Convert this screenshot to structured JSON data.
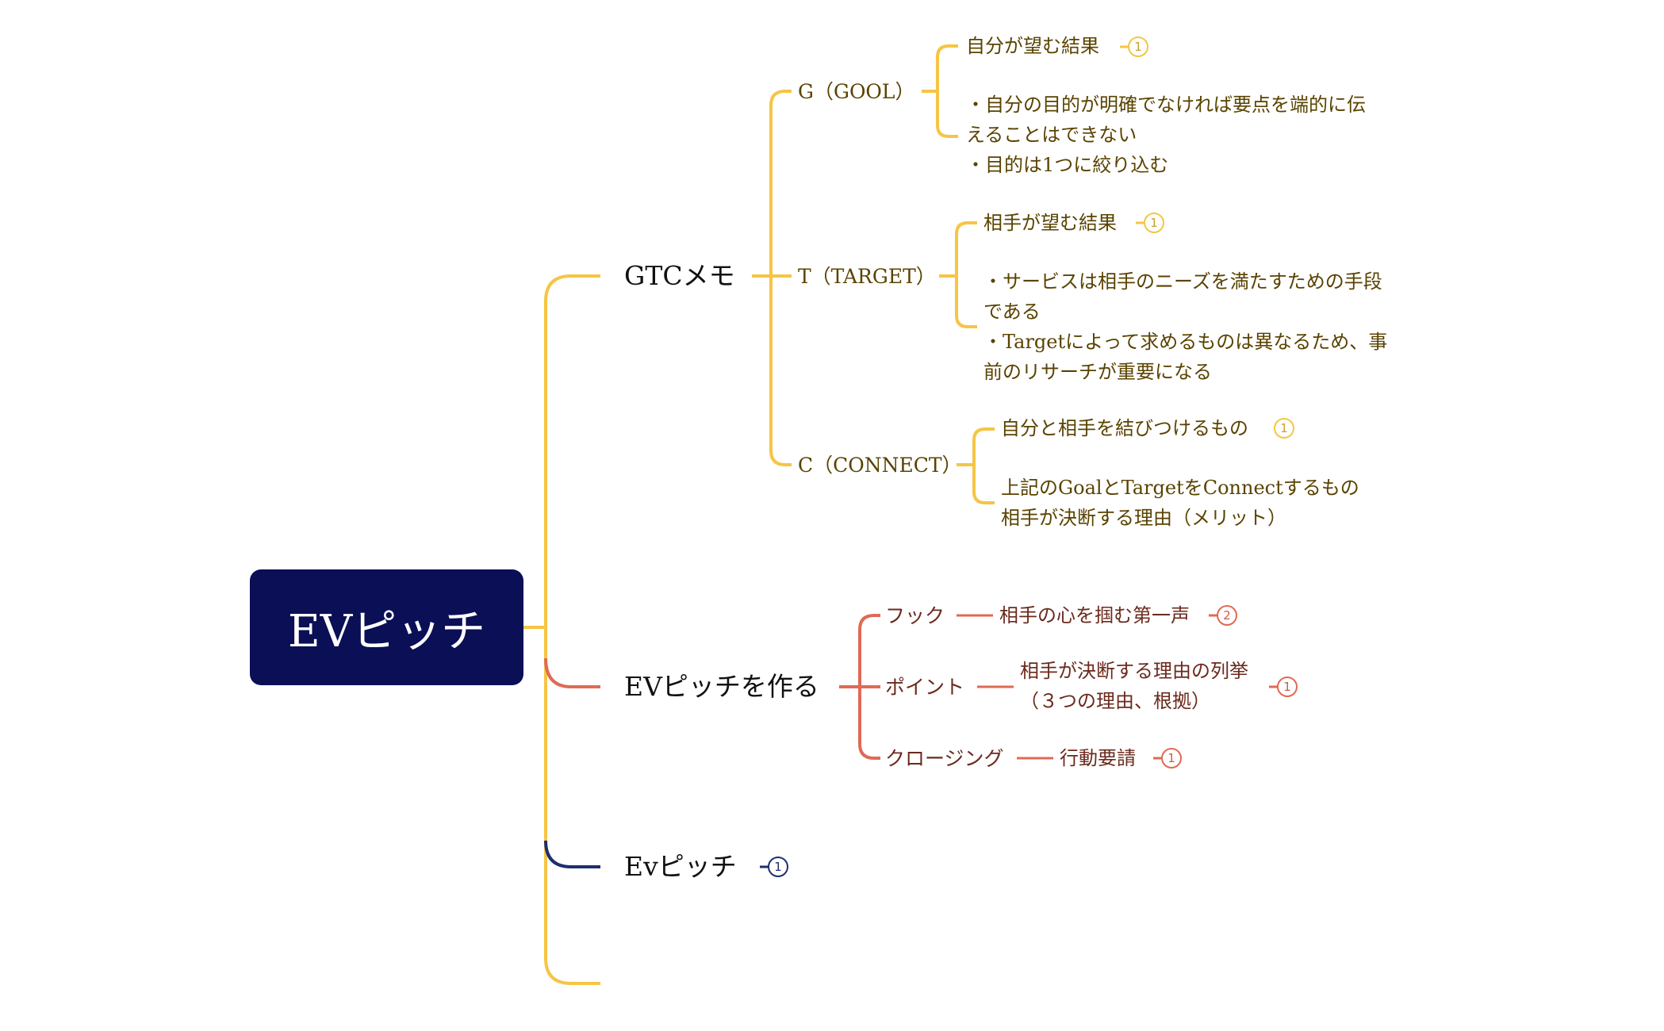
{
  "colors": {
    "root_bg": "#0a0f56",
    "branch_gold": "#f6c544",
    "branch_red": "#e06a55",
    "branch_navy": "#1e2f70"
  },
  "root": {
    "label": "EVピッチ"
  },
  "branches": {
    "gtc": {
      "label": "GTCメモ",
      "g": {
        "label": "G（GOOL）",
        "note_title": "自分が望む結果",
        "badge": "1",
        "note_lines": [
          "・自分の目的が明確でなければ要点を端的に伝",
          "えることはできない",
          "・目的は1つに絞り込む"
        ]
      },
      "t": {
        "label": "T（TARGET）",
        "note_title": "相手が望む結果",
        "badge": "1",
        "note_lines": [
          "・サービスは相手のニーズを満たすための手段",
          "である",
          "・Targetによって求めるものは異なるため、事",
          "前のリサーチが重要になる"
        ]
      },
      "c": {
        "label": "C（CONNECT）",
        "note_title": "自分と相手を結びつけるもの",
        "badge": "1",
        "note_lines": [
          "上記のGoalとTargetをConnectするもの",
          "相手が決断する理由（メリット）"
        ]
      }
    },
    "make": {
      "label": "EVピッチを作る",
      "hook": {
        "label": "フック",
        "detail": "相手の心を掴む第一声",
        "badge": "2"
      },
      "point": {
        "label": "ポイント",
        "detail_lines": [
          "相手が決断する理由の列挙",
          "（３つの理由、根拠）"
        ],
        "badge": "1"
      },
      "closing": {
        "label": "クロージング",
        "detail": "行動要請",
        "badge": "1"
      }
    },
    "ev": {
      "label": "Evピッチ",
      "badge": "1"
    }
  }
}
